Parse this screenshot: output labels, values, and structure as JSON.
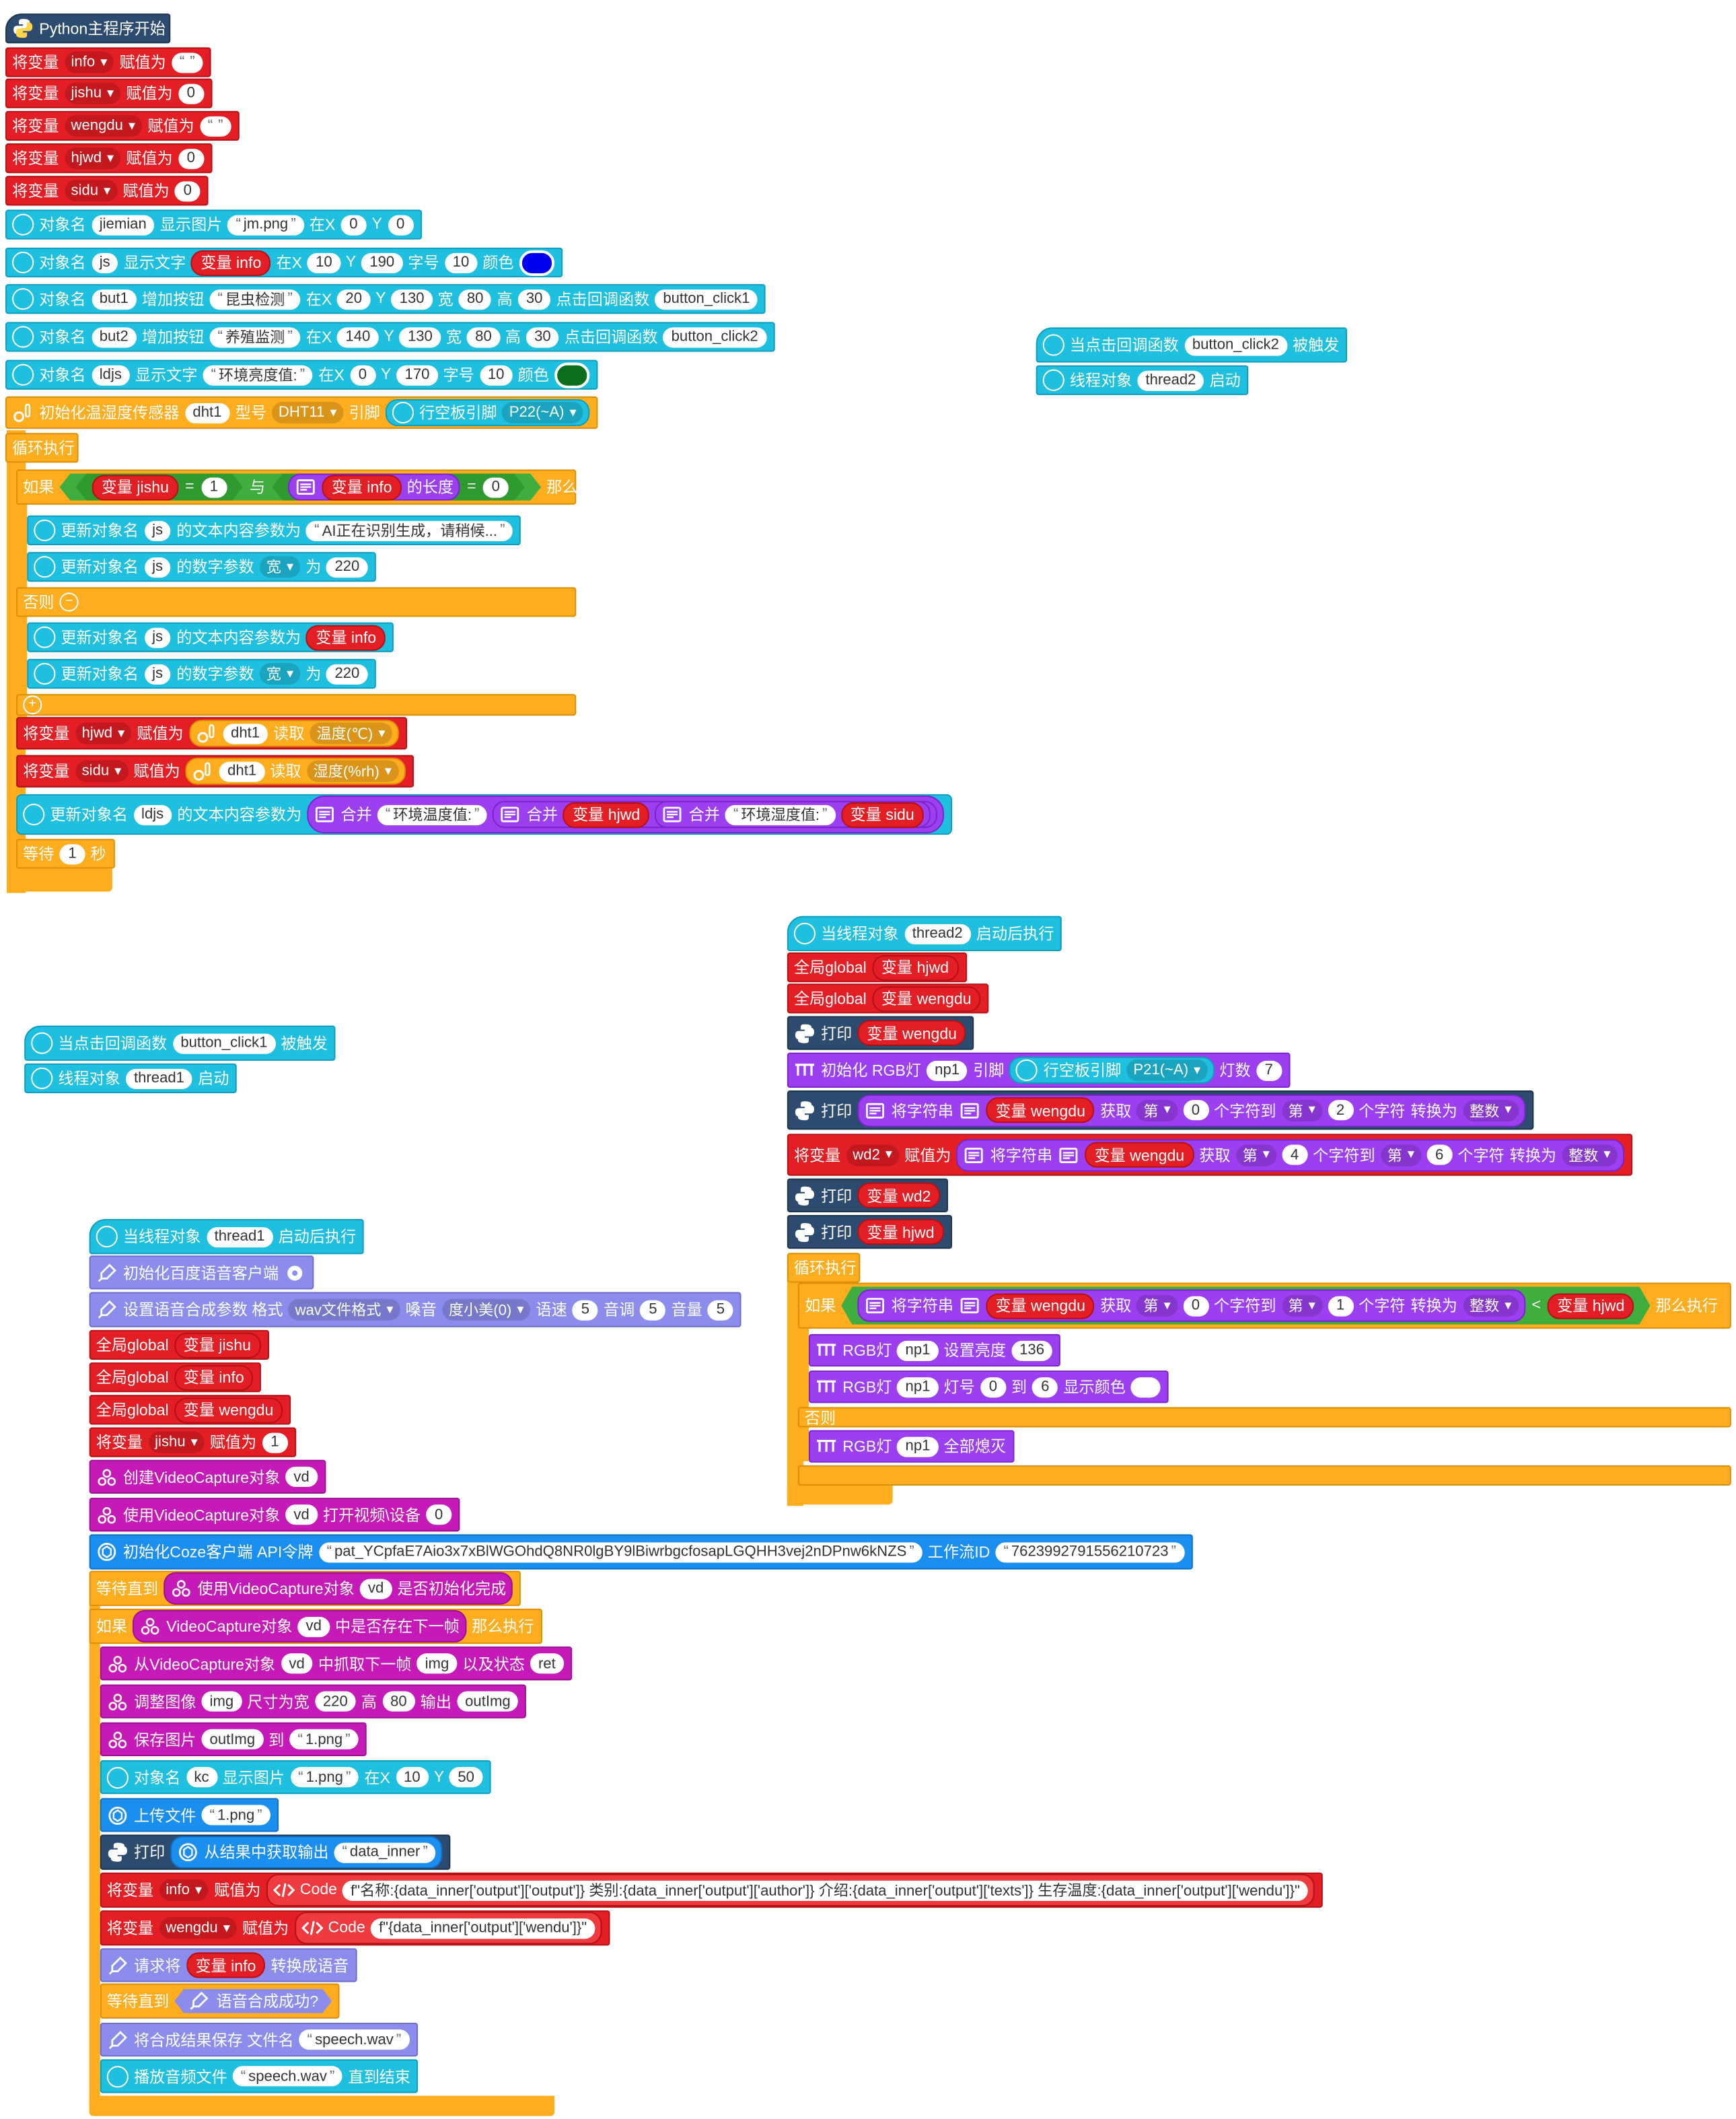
{
  "colors": {
    "red": "#e31e24",
    "cyan": "#1fbfe0",
    "orange": "#fdad1e",
    "purple": "#9c3ff0",
    "navy": "#2d4b6f",
    "lavender": "#8c8ced",
    "magenta": "#c51ab8",
    "blue": "#1a8ff0",
    "green": "#3fae3f"
  },
  "icons": {
    "python": "python-icon",
    "device": "device-icon",
    "thermo": "thermometer-icon",
    "light": "rgb-light-icon",
    "voice": "voice-icon",
    "camera": "camera-icon",
    "openai": "ai-icon",
    "code": "code-icon",
    "string": "string-icon",
    "gear": "gear-icon"
  },
  "main": {
    "hat": "Python主程序开始",
    "set_info": {
      "kw": "将变量",
      "var": "info",
      "to": "赋值为",
      "val": ""
    },
    "set_jishu": {
      "kw": "将变量",
      "var": "jishu",
      "to": "赋值为",
      "val": "0"
    },
    "set_wengdu": {
      "kw": "将变量",
      "var": "wengdu",
      "to": "赋值为",
      "val": ""
    },
    "set_hjwd": {
      "kw": "将变量",
      "var": "hjwd",
      "to": "赋值为",
      "val": "0"
    },
    "set_sidu": {
      "kw": "将变量",
      "var": "sidu",
      "to": "赋值为",
      "val": "0"
    },
    "img": {
      "obj": "对象名",
      "name": "jiemian",
      "act": "显示图片",
      "file": "jm.png",
      "atx": "在X",
      "x": "0",
      "y_lbl": "Y",
      "y": "0"
    },
    "txt": {
      "obj": "对象名",
      "name": "js",
      "act": "显示文字",
      "var": "变量 info",
      "atx": "在X",
      "x": "10",
      "y_lbl": "Y",
      "y": "190",
      "size_lbl": "字号",
      "size": "10",
      "color_lbl": "颜色",
      "color": "#0000ee"
    },
    "btn1": {
      "obj": "对象名",
      "name": "but1",
      "act": "增加按钮",
      "label": "昆虫检测",
      "atx": "在X",
      "x": "20",
      "y_lbl": "Y",
      "y": "130",
      "w_lbl": "宽",
      "w": "80",
      "h_lbl": "高",
      "h": "30",
      "cb_lbl": "点击回调函数",
      "cb": "button_click1"
    },
    "btn2": {
      "obj": "对象名",
      "name": "but2",
      "act": "增加按钮",
      "label": "养殖监测",
      "atx": "在X",
      "x": "140",
      "y_lbl": "Y",
      "y": "130",
      "w_lbl": "宽",
      "w": "80",
      "h_lbl": "高",
      "h": "30",
      "cb_lbl": "点击回调函数",
      "cb": "button_click2"
    },
    "txt2": {
      "obj": "对象名",
      "name": "ldjs",
      "act": "显示文字",
      "label": "环境亮度值:",
      "atx": "在X",
      "x": "0",
      "y_lbl": "Y",
      "y": "170",
      "size_lbl": "字号",
      "size": "10",
      "color_lbl": "颜色",
      "color": "#0b6e1e"
    },
    "dht": {
      "label": "初始化温湿度传感器",
      "name": "dht1",
      "type_lbl": "型号",
      "type": "DHT11",
      "pin_lbl": "引脚",
      "board": "行空板引脚",
      "pin": "P22(~A)"
    },
    "loop": "循环执行",
    "if_lbl": "如果",
    "and": "与",
    "then": "那么执行",
    "else": "否则",
    "cond": {
      "var": "变量 jishu",
      "op": "=",
      "val": "1",
      "len_var": "变量 info",
      "len_lbl": "的长度",
      "op2": "=",
      "val2": "0"
    },
    "upd1": {
      "lbl": "更新对象名",
      "name": "js",
      "act": "的文本内容参数为",
      "val": "AI正在识别生成，请稍候..."
    },
    "upd2": {
      "lbl": "更新对象名",
      "name": "js",
      "act": "的数字参数",
      "prop": "宽",
      "to": "为",
      "val": "220"
    },
    "upd3": {
      "lbl": "更新对象名",
      "name": "js",
      "act": "的文本内容参数为",
      "var": "变量 info"
    },
    "upd4": {
      "lbl": "更新对象名",
      "name": "js",
      "act": "的数字参数",
      "prop": "宽",
      "to": "为",
      "val": "220"
    },
    "rd_hjwd": {
      "kw": "将变量",
      "var": "hjwd",
      "to": "赋值为",
      "name": "dht1",
      "read": "读取",
      "what": "温度(℃)"
    },
    "rd_sidu": {
      "kw": "将变量",
      "var": "sidu",
      "to": "赋值为",
      "name": "dht1",
      "read": "读取",
      "what": "湿度(%rh)"
    },
    "upd5": {
      "lbl": "更新对象名",
      "name": "ldjs",
      "act": "的文本内容参数为",
      "merge": "合并",
      "s1": "环境温度值:",
      "v1": "变量 hjwd",
      "s2": "环境湿度值:",
      "v2": "变量 sidu"
    },
    "wait": {
      "lbl": "等待",
      "val": "1",
      "unit": "秒"
    }
  },
  "click2": {
    "hat": "当点击回调函数",
    "cb": "button_click2",
    "trig": "被触发",
    "th_lbl": "线程对象",
    "th": "thread2",
    "start": "启动"
  },
  "click1": {
    "hat": "当点击回调函数",
    "cb": "button_click1",
    "trig": "被触发",
    "th_lbl": "线程对象",
    "th": "thread1",
    "start": "启动"
  },
  "thread2": {
    "hat": "当线程对象",
    "th": "thread2",
    "after": "启动后执行",
    "g1": {
      "kw": "全局global",
      "var": "变量 hjwd"
    },
    "g2": {
      "kw": "全局global",
      "var": "变量 wengdu"
    },
    "p1": {
      "kw": "打印",
      "var": "变量 wengdu"
    },
    "rgb": {
      "lbl": "初始化 RGB灯",
      "name": "np1",
      "pin_lbl": "引脚",
      "board": "行空板引脚",
      "pin": "P21(~A)",
      "cnt_lbl": "灯数",
      "cnt": "7"
    },
    "p2": {
      "kw": "打印",
      "conv": "将字符串",
      "var": "变量 wengdu",
      "get": "获取",
      "nth": "第",
      "a": "0",
      "to": "个字符到",
      "nth2": "第",
      "b": "2",
      "end": "个字符",
      "cvt": "转换为",
      "type": "整数"
    },
    "setwd2": {
      "kw": "将变量",
      "var": "wd2",
      "to": "赋值为",
      "conv": "将字符串",
      "src": "变量 wengdu",
      "get": "获取",
      "nth": "第",
      "a": "4",
      "mid": "个字符到",
      "nth2": "第",
      "b": "6",
      "end": "个字符",
      "cvt": "转换为",
      "type": "整数"
    },
    "p3": {
      "kw": "打印",
      "var": "变量 wd2"
    },
    "p4": {
      "kw": "打印",
      "var": "变量 hjwd"
    },
    "loop": "循环执行",
    "if_lbl": "如果",
    "then": "那么执行",
    "else": "否则",
    "cond": {
      "conv": "将字符串",
      "src": "变量 wengdu",
      "get": "获取",
      "nth": "第",
      "a": "0",
      "to": "个字符到",
      "nth2": "第",
      "b": "1",
      "end": "个字符",
      "cvt": "转换为",
      "type": "整数",
      "op": "<",
      "var": "变量 hjwd"
    },
    "bri": {
      "lbl": "RGB灯",
      "name": "np1",
      "act": "设置亮度",
      "val": "136"
    },
    "col": {
      "lbl": "RGB灯",
      "name": "np1",
      "num": "灯号",
      "a": "0",
      "to": "到",
      "b": "6",
      "act": "显示颜色",
      "color": "#ffffff"
    },
    "off": {
      "lbl": "RGB灯",
      "name": "np1",
      "act": "全部熄灭"
    }
  },
  "thread1": {
    "hat": "当线程对象",
    "th": "thread1",
    "after": "启动后执行",
    "bd": {
      "lbl": "初始化百度语音客户端"
    },
    "tts": {
      "lbl": "设置语音合成参数 格式",
      "fmt": "wav文件格式",
      "voice_lbl": "嗓音",
      "voice": "度小美(0)",
      "spd_lbl": "语速",
      "spd": "5",
      "pit_lbl": "音调",
      "pit": "5",
      "vol_lbl": "音量",
      "vol": "5"
    },
    "g1": {
      "kw": "全局global",
      "var": "变量 jishu"
    },
    "g2": {
      "kw": "全局global",
      "var": "变量 info"
    },
    "g3": {
      "kw": "全局global",
      "var": "变量 wengdu"
    },
    "setj": {
      "kw": "将变量",
      "var": "jishu",
      "to": "赋值为",
      "val": "1"
    },
    "vc1": {
      "lbl": "创建VideoCapture对象",
      "name": "vd"
    },
    "vc2": {
      "lbl": "使用VideoCapture对象",
      "name": "vd",
      "act": "打开视频\\设备",
      "val": "0"
    },
    "coze": {
      "lbl": "初始化Coze客户端 API令牌",
      "token": "pat_YCpfaE7Aio3x7xBlWGOhdQ8NR0lgBY9lBiwrbgcfosapLGQHH3vej2nDPnw6kNZS",
      "wf_lbl": "工作流ID",
      "wf": "7623992791556210723"
    },
    "until": {
      "lbl": "等待直到",
      "use": "使用VideoCapture对象",
      "name": "vd",
      "act": "是否初始化完成"
    },
    "if": {
      "lbl": "如果",
      "obj": "VideoCapture对象",
      "name": "vd",
      "act": "中是否存在下一帧",
      "then": "那么执行"
    },
    "grab": {
      "lbl": "从VideoCapture对象",
      "name": "vd",
      "act": "中抓取下一帧",
      "img": "img",
      "st": "以及状态",
      "ret": "ret"
    },
    "resize": {
      "lbl": "调整图像",
      "img": "img",
      "sz": "尺寸为宽",
      "w": "220",
      "h_lbl": "高",
      "h": "80",
      "out_lbl": "输出",
      "out": "outImg"
    },
    "save": {
      "lbl": "保存图片",
      "img": "outImg",
      "to": "到",
      "file": "1.png"
    },
    "show": {
      "obj": "对象名",
      "name": "kc",
      "act": "显示图片",
      "file": "1.png",
      "atx": "在X",
      "x": "10",
      "y_lbl": "Y",
      "y": "50"
    },
    "up": {
      "lbl": "上传文件",
      "file": "1.png"
    },
    "pr": {
      "kw": "打印",
      "act": "从结果中获取输出",
      "key": "data_inner"
    },
    "seti": {
      "kw": "将变量",
      "var": "info",
      "to": "赋值为",
      "code": "Code",
      "val": "f\"名称:{data_inner['output']['output']} 类别:{data_inner['output']['author']} 介绍:{data_inner['output']['texts']} 生存温度:{data_inner['output']['wendu']}\""
    },
    "setw": {
      "kw": "将变量",
      "var": "wengdu",
      "to": "赋值为",
      "code": "Code",
      "val": "f\"{data_inner['output']['wendu']}\""
    },
    "req": {
      "lbl": "请求将",
      "var": "变量 info",
      "act": "转换成语音"
    },
    "until2": {
      "lbl": "等待直到",
      "act": "语音合成成功?"
    },
    "savewav": {
      "lbl": "将合成结果保存 文件名",
      "file": "speech.wav"
    },
    "play": {
      "lbl": "播放音频文件",
      "file": "speech.wav",
      "act": "直到结束"
    }
  }
}
